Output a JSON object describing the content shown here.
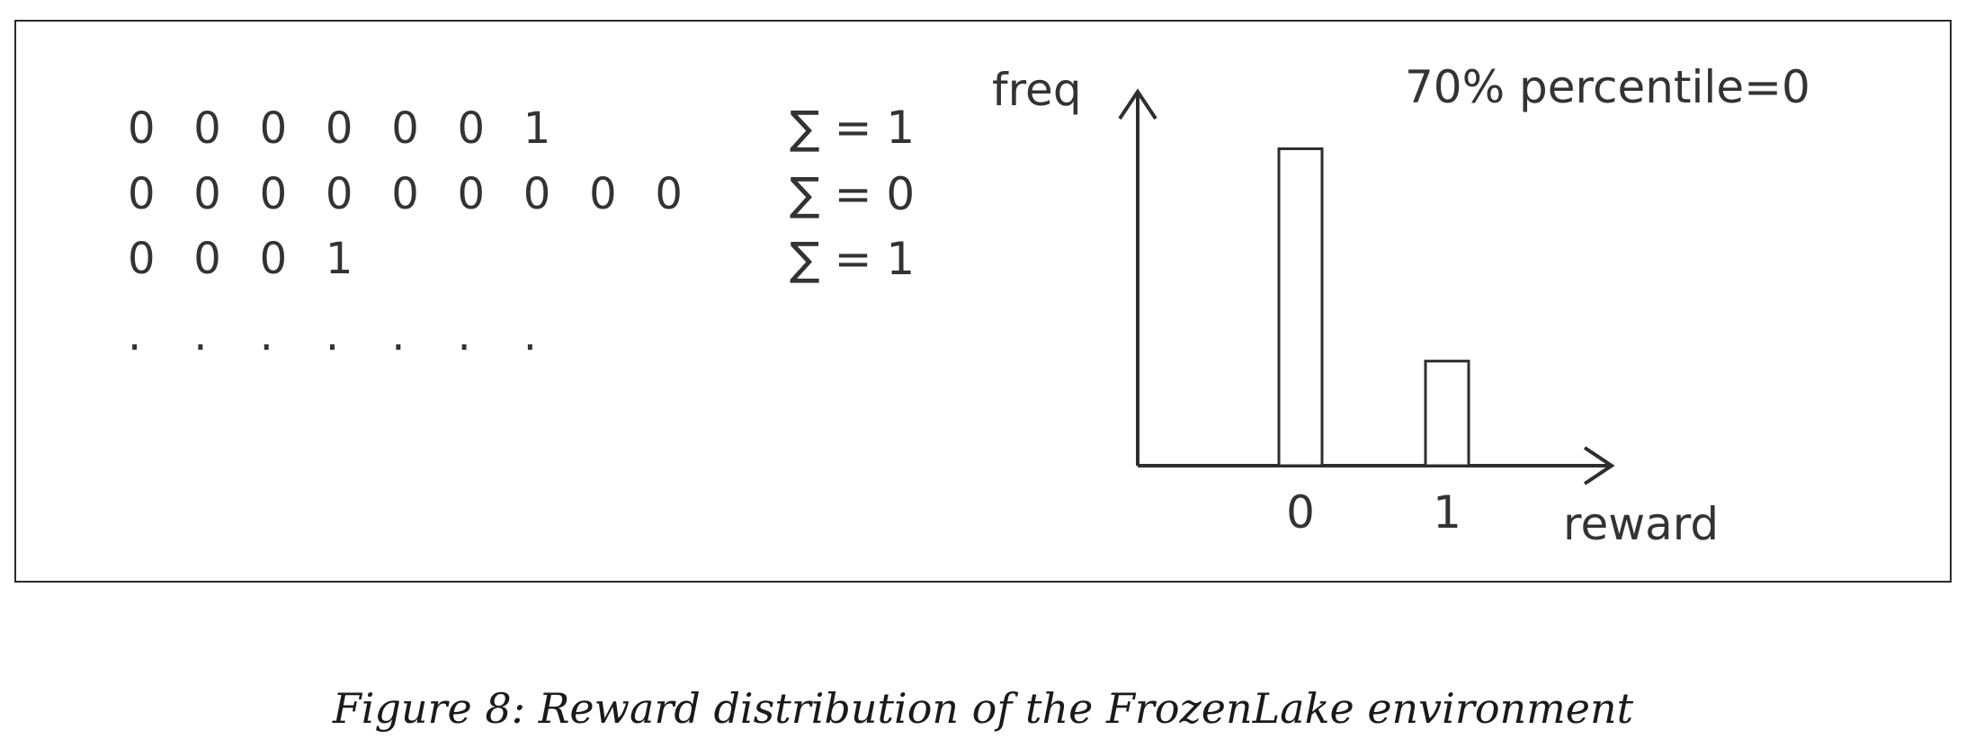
{
  "episodes": [
    {
      "rewards": [
        "0",
        "0",
        "0",
        "0",
        "0",
        "0",
        "1"
      ],
      "sum_label": "∑ = 1"
    },
    {
      "rewards": [
        "0",
        "0",
        "0",
        "0",
        "0",
        "0",
        "0",
        "0",
        "0"
      ],
      "sum_label": "∑ = 0"
    },
    {
      "rewards": [
        "0",
        "0",
        "0",
        "1"
      ],
      "sum_label": "∑ = 1"
    },
    {
      "rewards": [
        ".",
        ".",
        ".",
        ".",
        ".",
        ".",
        "."
      ],
      "sum_label": ""
    }
  ],
  "chart_data": {
    "type": "bar",
    "categories": [
      "0",
      "1"
    ],
    "values": [
      1.0,
      0.33
    ],
    "ylabel": "freq",
    "xlabel": "reward",
    "annotation": "70% percentile=0",
    "ylim": [
      0,
      1.18
    ],
    "grid": false,
    "legend": "none"
  },
  "caption": "Figure 8: Reward distribution of the FrozenLake environment"
}
